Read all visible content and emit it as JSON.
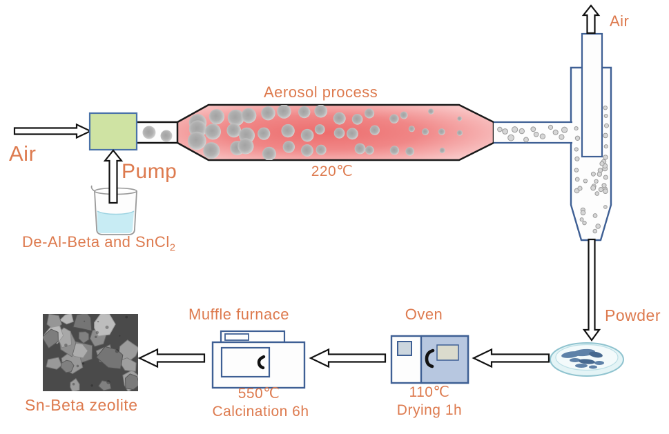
{
  "labels": {
    "air_in": "Air",
    "pump": "Pump",
    "precursor": "De-Al-Beta and SnCl",
    "precursor_subscript": "2",
    "aerosol_process": "Aerosol process",
    "process_temperature": "220℃",
    "air_out": "Air",
    "powder": "Powder",
    "oven": "Oven",
    "oven_temperature": "110℃",
    "oven_time": "Drying 1h",
    "muffle_furnace": "Muffle furnace",
    "furnace_temperature": "550℃",
    "furnace_time": "Calcination 6h",
    "product": "Sn-Beta zeolite"
  },
  "colors": {
    "label_orange": "#dd7a4e",
    "pump_fill": "#cfe3a3",
    "chamber_center": "#ed6d6d",
    "chamber_edge": "#f9c6c6",
    "vessel_stroke": "#3e5f94",
    "particle_gray": "#b0b0b0",
    "liquid_blue": "#c8ecf4",
    "oven_door": "#b7c7e0",
    "dish_fill": "#e4f4f6",
    "powder_blue": "#5e81a8"
  }
}
